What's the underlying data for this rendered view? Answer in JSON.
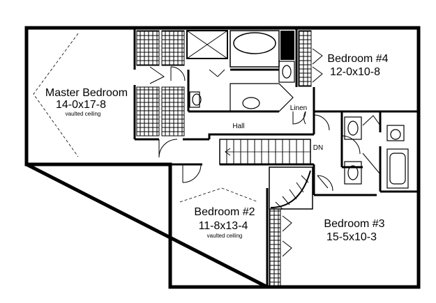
{
  "rooms": {
    "master": {
      "name": "Master Bedroom",
      "size": "14-0x17-8",
      "note": "vaulted ceiling"
    },
    "bed4": {
      "name": "Bedroom #4",
      "size": "12-0x10-8"
    },
    "bed2": {
      "name": "Bedroom #2",
      "size": "11-8x13-4",
      "note": "vaulted ceiling"
    },
    "bed3": {
      "name": "Bedroom #3",
      "size": "15-5x10-3"
    }
  },
  "labels": {
    "hall": "Hall",
    "linen": "Linen",
    "stair_dn": "DN"
  },
  "colors": {
    "wall": "#000000",
    "background": "#ffffff"
  }
}
